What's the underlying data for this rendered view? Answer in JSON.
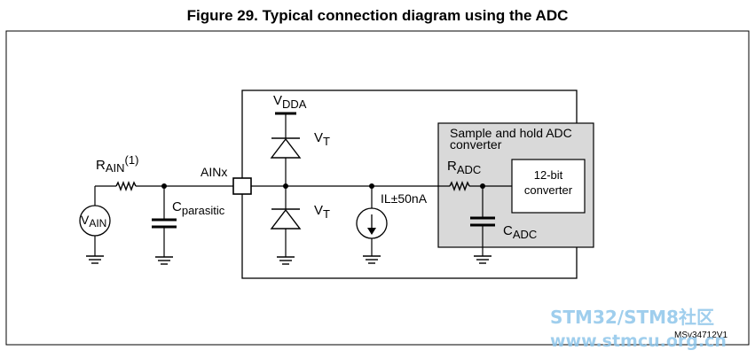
{
  "title": "Figure 29. Typical connection diagram using the ADC",
  "labels": {
    "r_ain_main": "R",
    "r_ain_sub": "AIN",
    "r_ain_note": "(1)",
    "v_ain_main": "V",
    "v_ain_sub": "AIN",
    "c_parasitic_main": "C",
    "c_parasitic_sub": "parasitic",
    "ainx": "AINx",
    "vdda_main": "V",
    "vdda_sub": "DDA",
    "vt_main": "V",
    "vt_sub": "T",
    "il": "IL±50nA",
    "sh_line1": "Sample and hold ADC",
    "sh_line2": "converter",
    "r_adc_main": "R",
    "r_adc_sub": "ADC",
    "c_adc_main": "C",
    "c_adc_sub": "ADC",
    "conv_line1": "12-bit",
    "conv_line2": "converter",
    "ms_code": "MSv34712V1"
  },
  "watermark": {
    "line1": "STM32/STM8社区",
    "line2": "www.stmcu.org.cn"
  },
  "colors": {
    "line": "#000000",
    "sh_fill": "#d9d9d9",
    "watermark": "#8fc6ea"
  }
}
